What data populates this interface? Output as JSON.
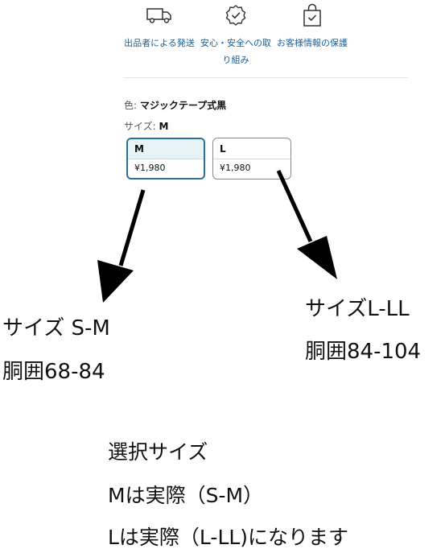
{
  "features": [
    {
      "icon": "delivery-truck-icon",
      "label": "出品者による発送"
    },
    {
      "icon": "security-badge-icon",
      "label": "安心・安全への取り組み"
    },
    {
      "icon": "secure-bag-icon",
      "label": "お客様情報の保護"
    }
  ],
  "color": {
    "label": "色:",
    "value": "マジックテープ式黒"
  },
  "size": {
    "label": "サイズ:",
    "value": "M"
  },
  "options": [
    {
      "name": "M",
      "price": "¥1,980",
      "selected": true
    },
    {
      "name": "L",
      "price": "¥1,980",
      "selected": false
    }
  ],
  "annotations": {
    "left": {
      "size": "サイズ S-M",
      "waist": "胴囲68-84"
    },
    "right": {
      "size": "サイズL-LL",
      "waist": "胴囲84-104"
    }
  },
  "note": {
    "line1": "選択サイズ",
    "line2": "Mは実際（S-M）",
    "line3": "Lは実際（L-LL)になります"
  },
  "colors": {
    "link": "#1a5e95",
    "selected_border": "#2a6f97",
    "selected_bg": "#e7f4f5",
    "arrow": "#000000"
  }
}
